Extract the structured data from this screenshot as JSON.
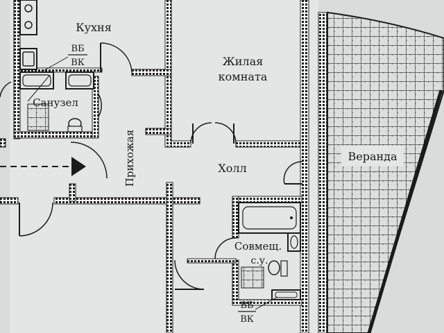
{
  "rooms": {
    "kitchen": "Кухня",
    "living_line1": "Жилая",
    "living_line2": "комната",
    "bathroom": "Санузел",
    "hallway": "Прихожая",
    "hall": "Холл",
    "veranda": "Веранда",
    "combined_line1": "Совмещ.",
    "combined_line2": "с.у."
  },
  "fixtures": {
    "kitchen_vb": "ВБ",
    "kitchen_vk": "ВК",
    "bath_vb": "ВБ",
    "bath_vk": "ВК"
  },
  "colors": {
    "wall": "#1b1b1b",
    "paper": "#e4e6e5",
    "veranda_fill": "#dcdedd",
    "text": "#1a1a1a"
  }
}
